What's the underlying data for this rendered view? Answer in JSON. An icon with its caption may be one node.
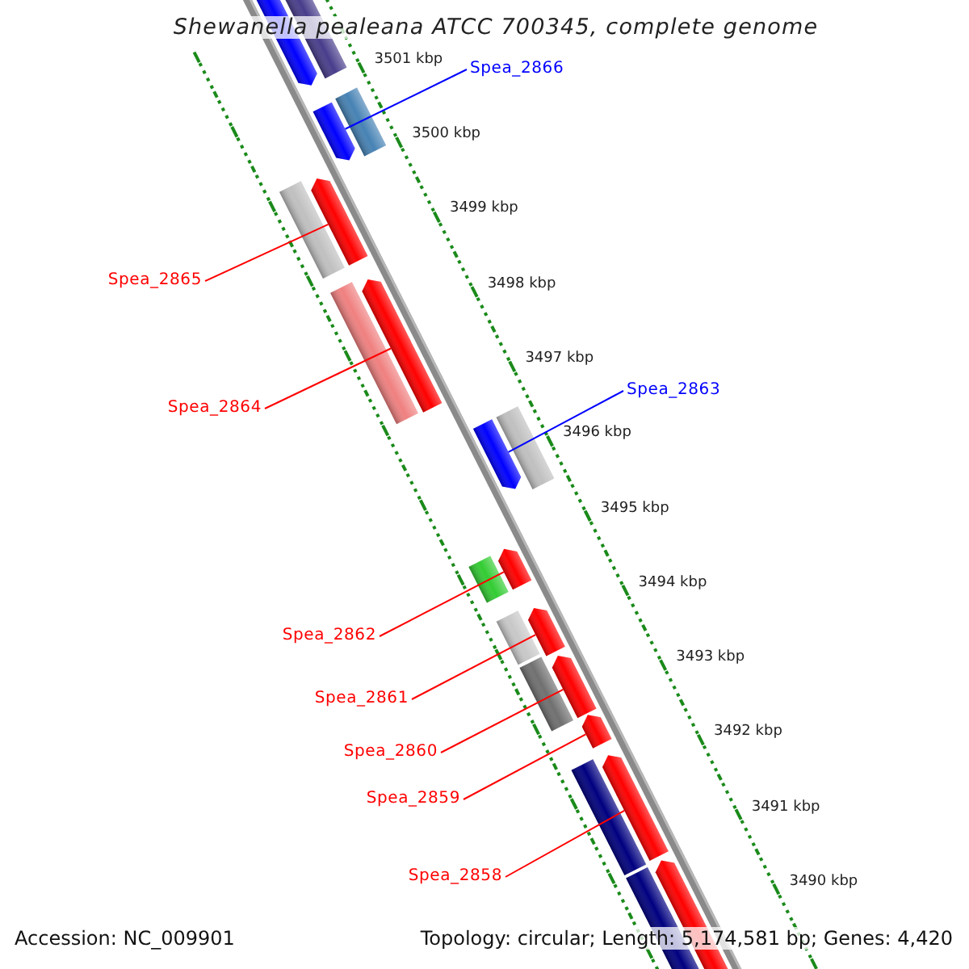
{
  "diagram": {
    "title": "Shewanella pealeana ATCC 700345, complete genome",
    "nodes": [
      {
        "text": [
          "Spea_2866"
        ]
      },
      {
        "text": [
          "Spea_2865"
        ]
      },
      {
        "text": [
          "Spea_2864"
        ]
      },
      {
        "text": [
          "Spea_2863"
        ]
      },
      {
        "text": [
          "Spea_2862"
        ]
      },
      {
        "text": [
          "Spea_2861"
        ]
      },
      {
        "text": [
          "Spea_2860"
        ]
      },
      {
        "text": [
          "Spea_2859"
        ]
      },
      {
        "text": [
          "Spea_2858"
        ]
      },
      {
        "text": [],
        "shape": "arrow"
      },
      {
        "text": [],
        "shape": "arrow"
      },
      {
        "text": [],
        "shape": "arrow"
      },
      {
        "text": [],
        "shape": "arrow"
      },
      {
        "text": [],
        "shape": "arrow"
      },
      {
        "text": [],
        "shape": "arrow"
      },
      {
        "text": [],
        "shape": "arrow"
      },
      {
        "text": [],
        "shape": "arrow"
      },
      {
        "text": [],
        "shape": "arrow"
      }
    ],
    "edges": [
      {
        "from": 0,
        "to": 9,
        "arrow": "none",
        "color": "#0000ff"
      },
      {
        "from": 1,
        "to": 10,
        "arrow": "none"
      },
      {
        "from": 2,
        "to": 11,
        "arrow": "none"
      },
      {
        "from": 3,
        "to": 12,
        "arrow": "none",
        "color": "#0000ff"
      },
      {
        "from": 4,
        "to": 13,
        "arrow": "none"
      },
      {
        "from": 5,
        "to": 14,
        "arrow": "none"
      },
      {
        "from": 6,
        "to": 15,
        "arrow": "none"
      },
      {
        "from": 7,
        "to": 16,
        "arrow": "none"
      },
      {
        "from": 8,
        "to": 17,
        "arrow": "none"
      }
    ],
    "labels": [
      "3501 kbp",
      "3500 kbp",
      "3499 kbp",
      "3498 kbp",
      "3497 kbp",
      "3496 kbp",
      "3495 kbp",
      "3494 kbp",
      "3493 kbp",
      "3492 kbp",
      "3491 kbp",
      "3490 kbp",
      "Accession: NC_009901",
      "Topology: circular; Length: 5,174,581 bp; Genes: 4,420"
    ]
  }
}
